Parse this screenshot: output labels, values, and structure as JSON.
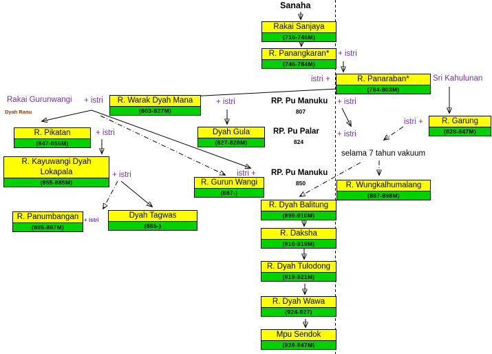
{
  "colors": {
    "node_fill": "#ffff00",
    "years_fill": "#00d200",
    "accent_purple": "#7030a0",
    "maroon": "#993300"
  },
  "nodes": [
    {
      "id": "sanjaya",
      "name": "Rakai Sanjaya",
      "years": "(716-746M)"
    },
    {
      "id": "panangkaran",
      "name": "R. Panangkaran*",
      "years": "(746-784M)"
    },
    {
      "id": "panaraban",
      "name": "R. Panaraban*",
      "years": "(784-803M)"
    },
    {
      "id": "garung",
      "name": "R. Garung",
      "years": "(828-847M)"
    },
    {
      "id": "warak",
      "name": "R. Warak Dyah Mana",
      "years": "(803-827M)"
    },
    {
      "id": "gula",
      "name": "Dyah Gula",
      "years": "(827-828M)"
    },
    {
      "id": "pikatan",
      "name": "R. Pikatan",
      "years": "(847-855M)"
    },
    {
      "id": "kayuwangi",
      "name": "R. Kayuwangi Dyah Lokapala",
      "years": "(855-885M)"
    },
    {
      "id": "panumbangan",
      "name": "R. Panumbangan",
      "years": "(885-887M)"
    },
    {
      "id": "tagwas",
      "name": "Dyah Tagwas",
      "years": "(885-)"
    },
    {
      "id": "gurunwangi-box",
      "name": "R. Gurun Wangi",
      "years": "(887-)"
    },
    {
      "id": "wungkal",
      "name": "R. Wungkalhumalang",
      "years": "(887-898M)"
    },
    {
      "id": "balitung",
      "name": "R. Dyah Balitung",
      "years": "(899-910M)"
    },
    {
      "id": "daksha",
      "name": "R. Daksha",
      "years": "(910-919M)"
    },
    {
      "id": "tulodong",
      "name": "R. Dyah Tulodong",
      "years": "(919-921M)"
    },
    {
      "id": "wawa",
      "name": "R. Dyah Wawa",
      "years": "(924-927)"
    },
    {
      "id": "sendok",
      "name": "Mpu Sendok",
      "years": "(929-947M)"
    }
  ],
  "labels": [
    {
      "id": "sanaha",
      "text": "Sanaha"
    },
    {
      "id": "istri-panangkaran",
      "text": "+ istri"
    },
    {
      "id": "istri-panaraban",
      "text": "istri +"
    },
    {
      "id": "sri-kahulunan",
      "text": "Sri Kahulunan"
    },
    {
      "id": "istri-garung",
      "text": "istri +"
    },
    {
      "id": "rakai-gurunwangi",
      "text": "Rakai Gurunwangi"
    },
    {
      "id": "dyah-ranu",
      "text": "Dyah Ranu"
    },
    {
      "id": "istri-gurunwangi",
      "text": "+ istri"
    },
    {
      "id": "istri-gula",
      "text": "+ istri"
    },
    {
      "id": "manuku-807",
      "text": "RP. Pu Manuku"
    },
    {
      "id": "year-807",
      "text": "807"
    },
    {
      "id": "istri-right-1",
      "text": "+ istri"
    },
    {
      "id": "pu-palar",
      "text": "RP. Pu Palar"
    },
    {
      "id": "year-824",
      "text": "824"
    },
    {
      "id": "istri-right-2",
      "text": "+ istri"
    },
    {
      "id": "selama-vakuum",
      "text": "selama 7 tahun vakuum"
    },
    {
      "id": "manuku-850",
      "text": "RP. Pu Manuku"
    },
    {
      "id": "year-850",
      "text": "850"
    },
    {
      "id": "istri-gurun-wangi-box",
      "text": "istri +"
    },
    {
      "id": "istri-pikatan",
      "text": "+ istri"
    },
    {
      "id": "istri-kayuwangi",
      "text": "+ istri"
    },
    {
      "id": "istri-panumbangan",
      "text": "+ istri"
    }
  ]
}
